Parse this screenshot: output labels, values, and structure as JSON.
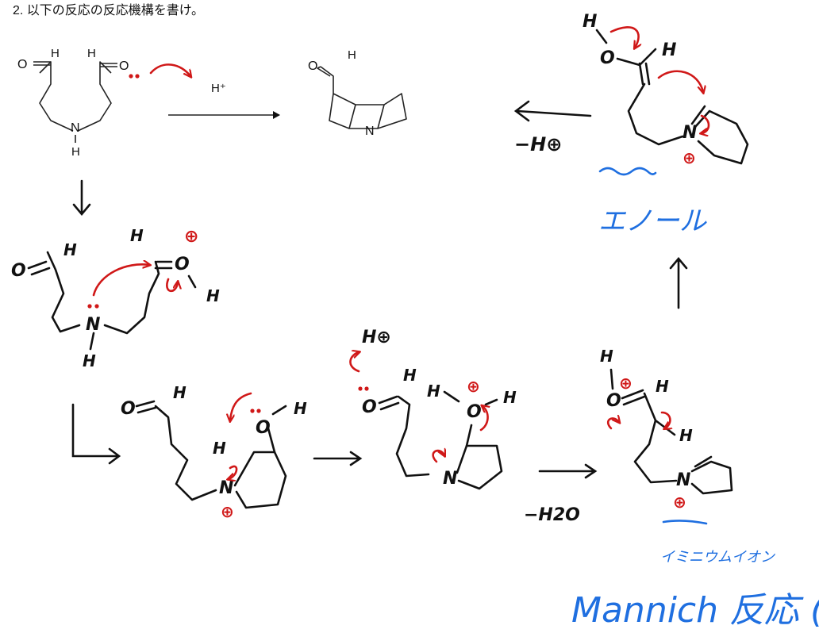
{
  "header": {
    "question": "2. 以下の反応の反応機構を書け。"
  },
  "labels": {
    "acid": "H⁺",
    "minus_h": "−H⊕",
    "minus_h2o": "−H2O",
    "h_plus": "H⊕",
    "enol_note": "エノール",
    "iminium_note": "イミニウムイオン",
    "reaction_name": "Mannich 反応 ("
  },
  "atoms": {
    "O": "O",
    "H": "H",
    "N": "N",
    "plus": "⊕"
  }
}
